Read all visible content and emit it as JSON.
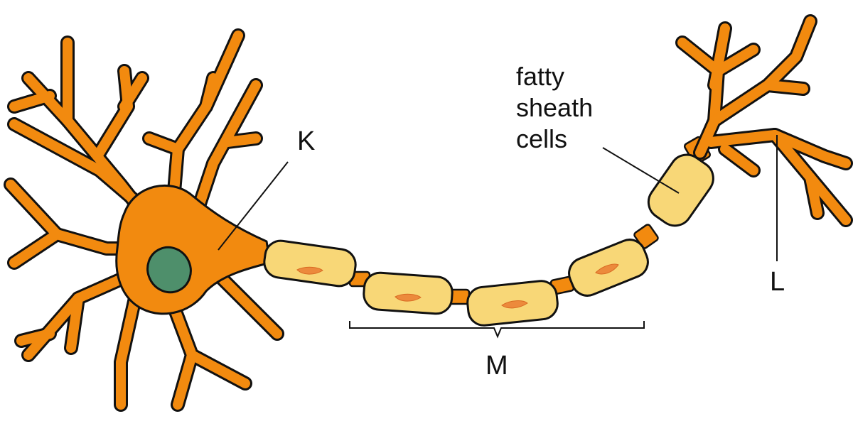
{
  "labels": {
    "k": "K",
    "l": "L",
    "m": "M",
    "fatty_sheath_cells": [
      "fatty",
      "sheath",
      "cells"
    ]
  },
  "colors": {
    "neuron": "#f28a0f",
    "sheath": "#f8d777",
    "nucleus": "#4e8f6b",
    "sheath_nucleus": "#ec8a3c",
    "outline": "#111111"
  }
}
